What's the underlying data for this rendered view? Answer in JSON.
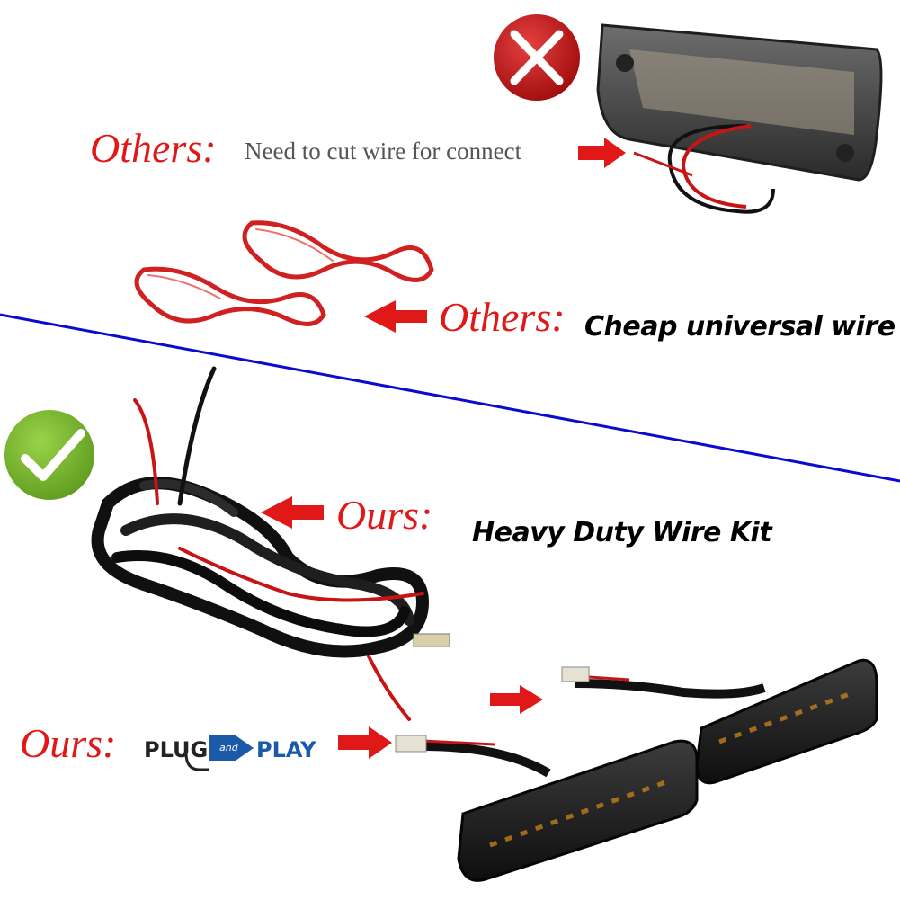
{
  "others_top": {
    "label": "Others:",
    "text": "Need to cut wire for connect"
  },
  "others_mid": {
    "label": "Others:",
    "text": "Cheap universal wire"
  },
  "ours_kit": {
    "label": "Ours:",
    "text": "Heavy Duty Wire Kit"
  },
  "ours_plug": {
    "label": "Ours:",
    "logo_plug": "PLUG",
    "logo_and": "and",
    "logo_play": "PLAY"
  },
  "colors": {
    "red": "#e01818",
    "divider": "#0a0ad0",
    "check": "#7dbf2e",
    "cross_bg": "#c41616"
  },
  "icons": {
    "bad": "cross-icon",
    "good": "check-icon"
  }
}
